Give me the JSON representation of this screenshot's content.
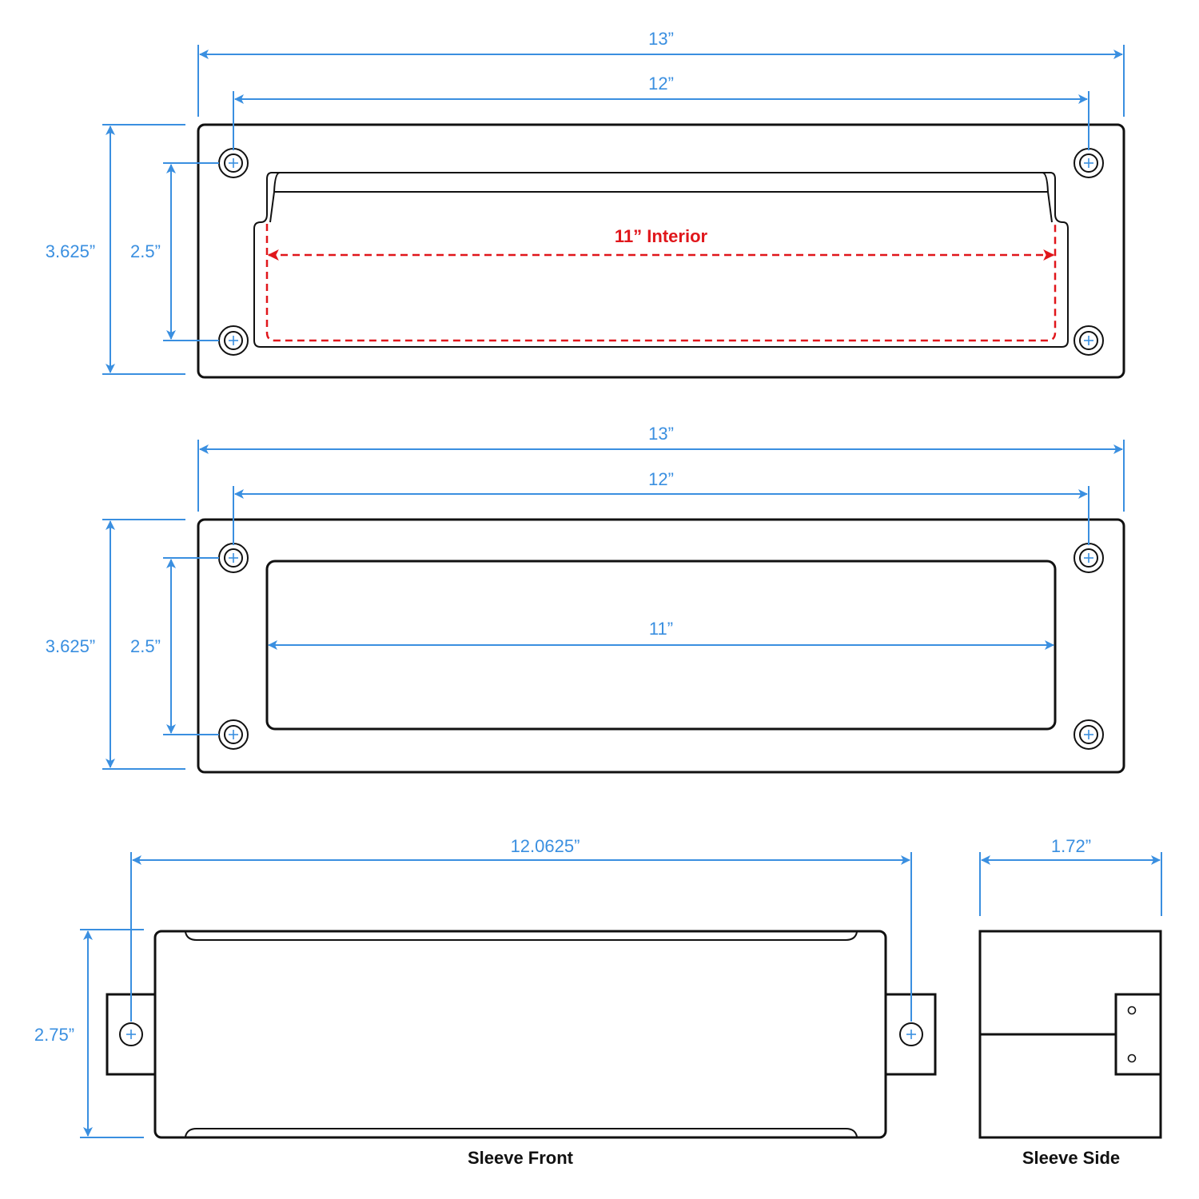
{
  "diagram": {
    "top_view": {
      "width_overall": "13”",
      "hole_spacing_width": "12”",
      "height_overall": "3.625”",
      "hole_spacing_height": "2.5”",
      "interior_label": "11” Interior"
    },
    "middle_view": {
      "width_overall": "13”",
      "hole_spacing_width": "12”",
      "height_overall": "3.625”",
      "hole_spacing_height": "2.5”",
      "opening_width": "11”"
    },
    "sleeve_front": {
      "length": "12.0625”",
      "height": "2.75”",
      "caption": "Sleeve Front"
    },
    "sleeve_side": {
      "depth": "1.72”",
      "caption": "Sleeve Side"
    },
    "colors": {
      "dimension": "#3a8fe0",
      "interior": "#e0161b",
      "outline": "#111111"
    }
  }
}
